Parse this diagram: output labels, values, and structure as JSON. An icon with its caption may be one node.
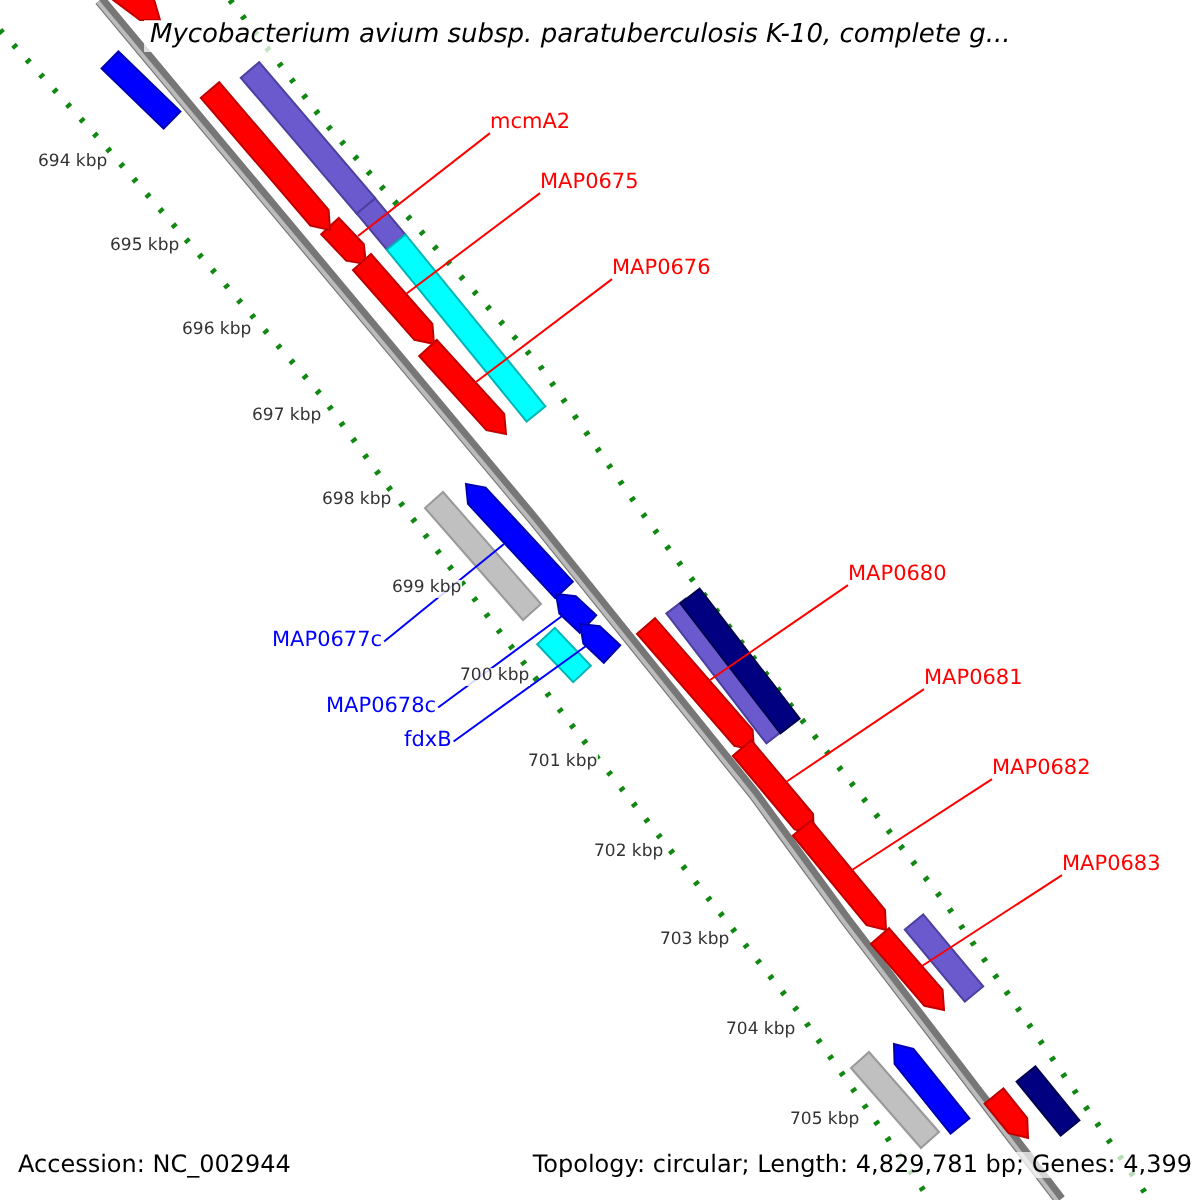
{
  "diagram": {
    "title": "Mycobacterium avium subsp. paratuberculosis K-10, complete g...",
    "nodes": [
      {
        "text": [
          "mcmA2"
        ]
      },
      {
        "text": [
          "MAP0675"
        ]
      },
      {
        "text": [
          "MAP0676"
        ]
      },
      {
        "text": [
          "MAP0677c"
        ]
      },
      {
        "text": [
          "MAP0678c"
        ]
      },
      {
        "text": [
          "fdxB"
        ]
      },
      {
        "text": [
          "MAP0680"
        ]
      },
      {
        "text": [
          "MAP0681"
        ]
      },
      {
        "text": [
          "MAP0682"
        ]
      },
      {
        "text": [
          "MAP0683"
        ]
      },
      {
        "text": [],
        "shape": "bar"
      },
      {
        "text": [],
        "shape": "bar"
      },
      {
        "text": [],
        "shape": "bar"
      },
      {
        "text": [],
        "shape": "bar"
      },
      {
        "text": [],
        "shape": "bar"
      },
      {
        "text": [],
        "shape": "bar"
      },
      {
        "text": [],
        "shape": "bar"
      },
      {
        "text": [],
        "shape": "bar"
      },
      {
        "text": [],
        "shape": "bar"
      },
      {
        "text": [],
        "shape": "bar"
      },
      {
        "text": [],
        "shape": "bar"
      },
      {
        "text": [],
        "shape": "bar"
      },
      {
        "text": [],
        "shape": "bar"
      },
      {
        "text": [],
        "shape": "bar"
      },
      {
        "text": [],
        "shape": "bar"
      },
      {
        "text": [],
        "shape": "bar"
      },
      {
        "text": [],
        "shape": "bar"
      },
      {
        "text": [],
        "shape": "bar"
      },
      {
        "text": [],
        "shape": "bar"
      },
      {
        "text": [],
        "shape": "bar"
      },
      {
        "text": [],
        "shape": "bar"
      },
      {
        "text": [],
        "shape": "bar"
      },
      {
        "text": [],
        "shape": "bar"
      },
      {
        "text": [],
        "shape": "bar"
      },
      {
        "text": [],
        "shape": "bar"
      }
    ],
    "edges": [
      {
        "from": 0,
        "to": 10,
        "arrow": "none"
      },
      {
        "from": 1,
        "to": 11,
        "arrow": "none"
      },
      {
        "from": 2,
        "to": 12,
        "arrow": "none"
      },
      {
        "from": 3,
        "to": 13,
        "arrow": "none",
        "color": "#0000ff"
      },
      {
        "from": 4,
        "to": 14,
        "arrow": "none",
        "color": "#0000ff"
      },
      {
        "from": 5,
        "to": 15,
        "arrow": "none",
        "color": "#0000ff"
      },
      {
        "from": 6,
        "to": 16,
        "arrow": "none"
      },
      {
        "from": 7,
        "to": 17,
        "arrow": "none"
      },
      {
        "from": 8,
        "to": 18,
        "arrow": "none"
      },
      {
        "from": 9,
        "to": 19,
        "arrow": "none"
      }
    ],
    "labels": [
      "694 kbp",
      "695 kbp",
      "696 kbp",
      "697 kbp",
      "698 kbp",
      "699 kbp",
      "700 kbp",
      "701 kbp",
      "702 kbp",
      "703 kbp",
      "704 kbp",
      "705 kbp",
      "Accession: NC_002944",
      "Topology: circular; Length: 4,829,781 bp; Genes: 4,399"
    ]
  }
}
